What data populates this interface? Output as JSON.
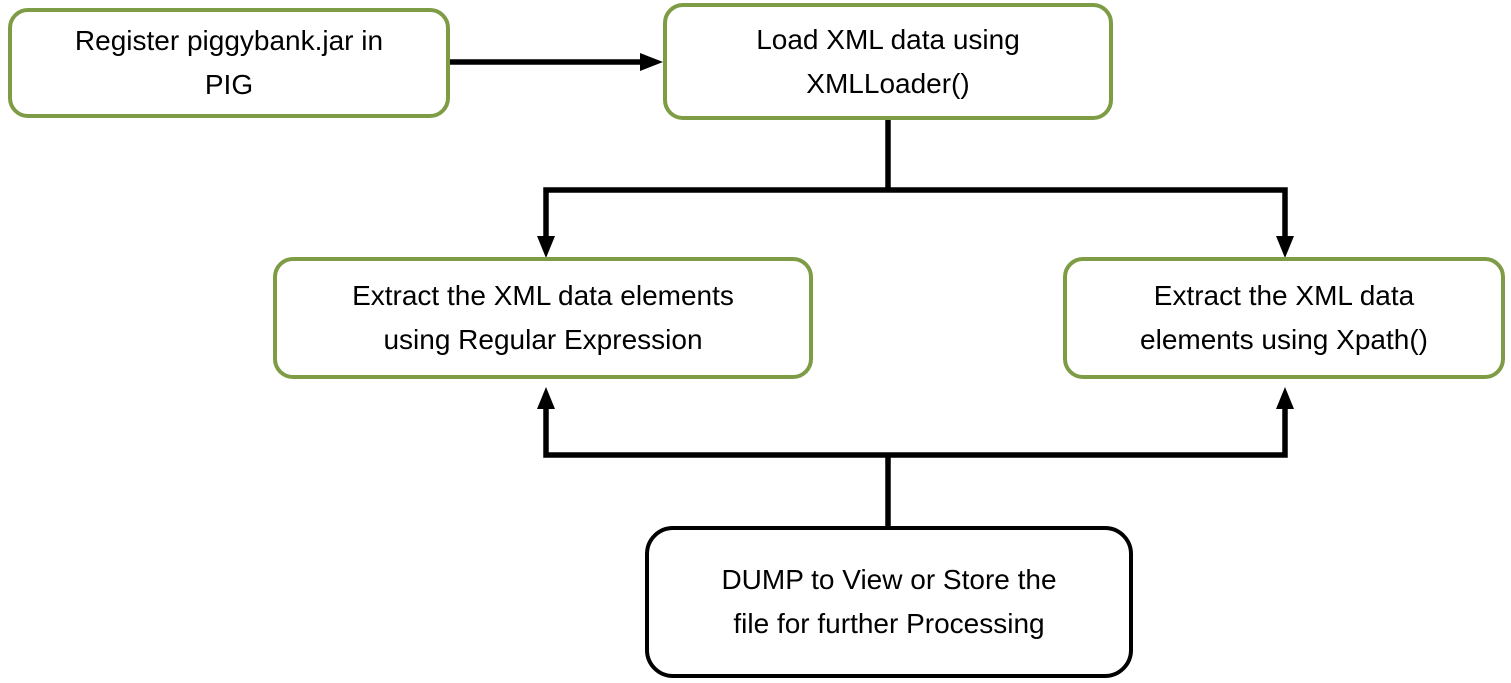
{
  "diagram": {
    "type": "flowchart",
    "nodes": {
      "register": {
        "lines": [
          "Register piggybank.jar in",
          "PIG"
        ],
        "border_color": "#7D9C45"
      },
      "load": {
        "lines": [
          "Load XML data using",
          "XMLLoader()"
        ],
        "border_color": "#7D9C45"
      },
      "extract_regex": {
        "lines": [
          "Extract the XML data elements",
          "using Regular Expression"
        ],
        "border_color": "#7D9C45"
      },
      "extract_xpath": {
        "lines": [
          "Extract the XML data",
          "elements using Xpath()"
        ],
        "border_color": "#7D9C45"
      },
      "dump": {
        "lines": [
          "DUMP to View or Store the",
          "file for further Processing"
        ],
        "border_color": "#000000"
      }
    },
    "edges": [
      {
        "from": "register",
        "to": "load"
      },
      {
        "from": "load",
        "to": "extract_regex"
      },
      {
        "from": "load",
        "to": "extract_xpath"
      },
      {
        "from": "dump",
        "to": "extract_regex"
      },
      {
        "from": "dump",
        "to": "extract_xpath"
      }
    ],
    "colors": {
      "green_border": "#7D9C45",
      "black_border": "#000000",
      "connector": "#000000",
      "text": "#000000",
      "background": "#FFFFFF"
    }
  }
}
